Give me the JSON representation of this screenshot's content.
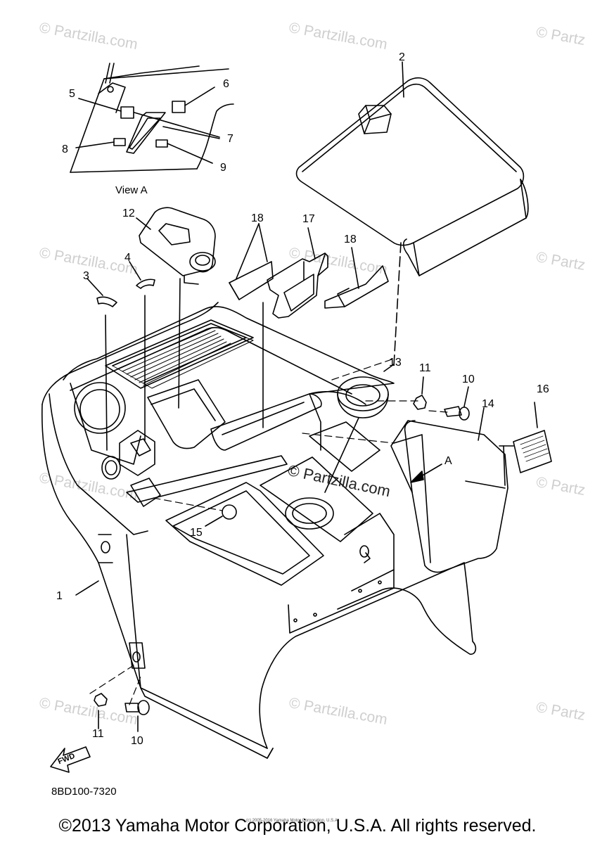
{
  "diagram_code": "8BD100-7320",
  "copyright": "©2013 Yamaha Motor Corporation, U.S.A. All rights reserved.",
  "small_copyright": "(c) 2005-2016 Yamaha Motor Corporation, U.S.A.",
  "watermark_center": "© Partzilla.com",
  "watermark": "© Partzilla.com",
  "watermark_partial": "© Partz",
  "view_label": "View A",
  "view_arrow_label": "A",
  "fwd_label": "FWD",
  "callouts": {
    "c1": "1",
    "c2": "2",
    "c3": "3",
    "c4": "4",
    "c5": "5",
    "c6": "6",
    "c7": "7",
    "c8": "8",
    "c9": "9",
    "c10a": "10",
    "c10b": "10",
    "c11a": "11",
    "c11b": "11",
    "c12": "12",
    "c13": "13",
    "c14": "14",
    "c15": "15",
    "c16": "16",
    "c17": "17",
    "c18a": "18",
    "c18b": "18"
  }
}
